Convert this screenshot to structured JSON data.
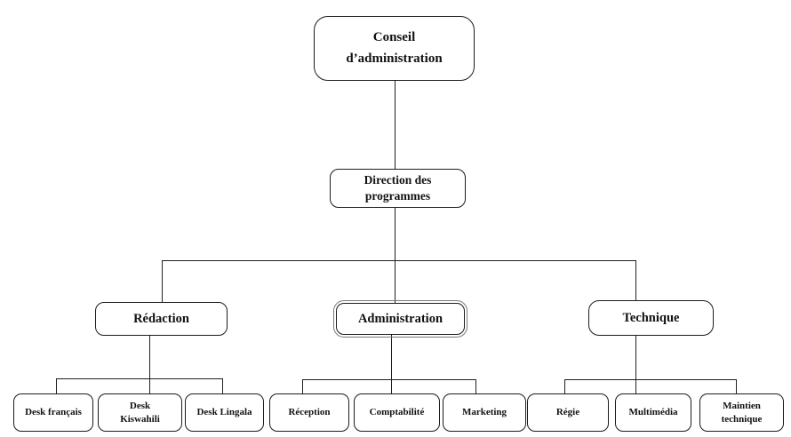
{
  "diagram": {
    "type": "org-chart",
    "root": {
      "label": "Conseil\nd’administration"
    },
    "level2": {
      "label": "Direction des\nprogrammes"
    },
    "branches": [
      {
        "label": "Rédaction",
        "children": [
          {
            "label": "Desk français"
          },
          {
            "label": "Desk\nKiswahili"
          },
          {
            "label": "Desk Lingala"
          }
        ]
      },
      {
        "label": "Administration",
        "children": [
          {
            "label": "Réception"
          },
          {
            "label": "Comptabilité"
          },
          {
            "label": "Marketing"
          }
        ]
      },
      {
        "label": "Technique",
        "children": [
          {
            "label": "Régie"
          },
          {
            "label": "Multimédia"
          },
          {
            "label": "Maintien\ntechnique"
          }
        ]
      }
    ],
    "colors": {
      "background": "#ffffff",
      "border": "#1c1c1c",
      "line": "#1f1f1f",
      "text": "#111111",
      "administration_outline": "#7a7a7a"
    }
  }
}
